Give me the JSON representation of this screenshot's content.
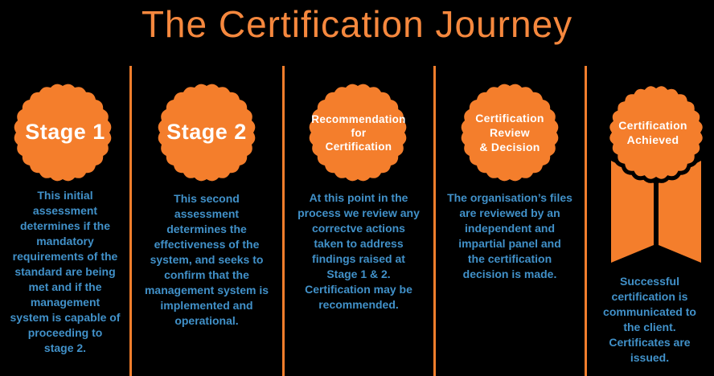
{
  "title": "The Certification Journey",
  "colors": {
    "background": "#000000",
    "orange": "#f47e2c",
    "title_orange": "#f6883e",
    "body_blue": "#4191c9",
    "badge_text": "#ffffff"
  },
  "stages": [
    {
      "badge": "Stage 1",
      "description": "This initial\nassessment\ndetermines if the\nmandatory\nrequirements of the\nstandard are being\nmet and if the\nmanagement\nsystem is capable of\nproceeding to\nstage 2."
    },
    {
      "badge": "Stage 2",
      "description": "This second\nassessment\ndetermines the\neffectiveness of the\nsystem, and seeks to\nconfirm that the\nmanagement system is\nimplemented and\noperational."
    },
    {
      "badge": "Recommendation\nfor\nCertification",
      "description": "At this point in the\nprocess we review any\ncorrectve actions\ntaken to address\nfindings raised at\nStage 1 & 2.\nCertification may be\nrecommended."
    },
    {
      "badge": "Certification\nReview\n& Decision",
      "description": "The organisation’s files\nare reviewed by an\nindependent and\nimpartial panel and\nthe certification\ndecision is made."
    },
    {
      "badge": "Certification\nAchieved",
      "description": "Successful\ncertification is\ncommunicated to\nthe client.\nCertificates are\nissued."
    }
  ]
}
